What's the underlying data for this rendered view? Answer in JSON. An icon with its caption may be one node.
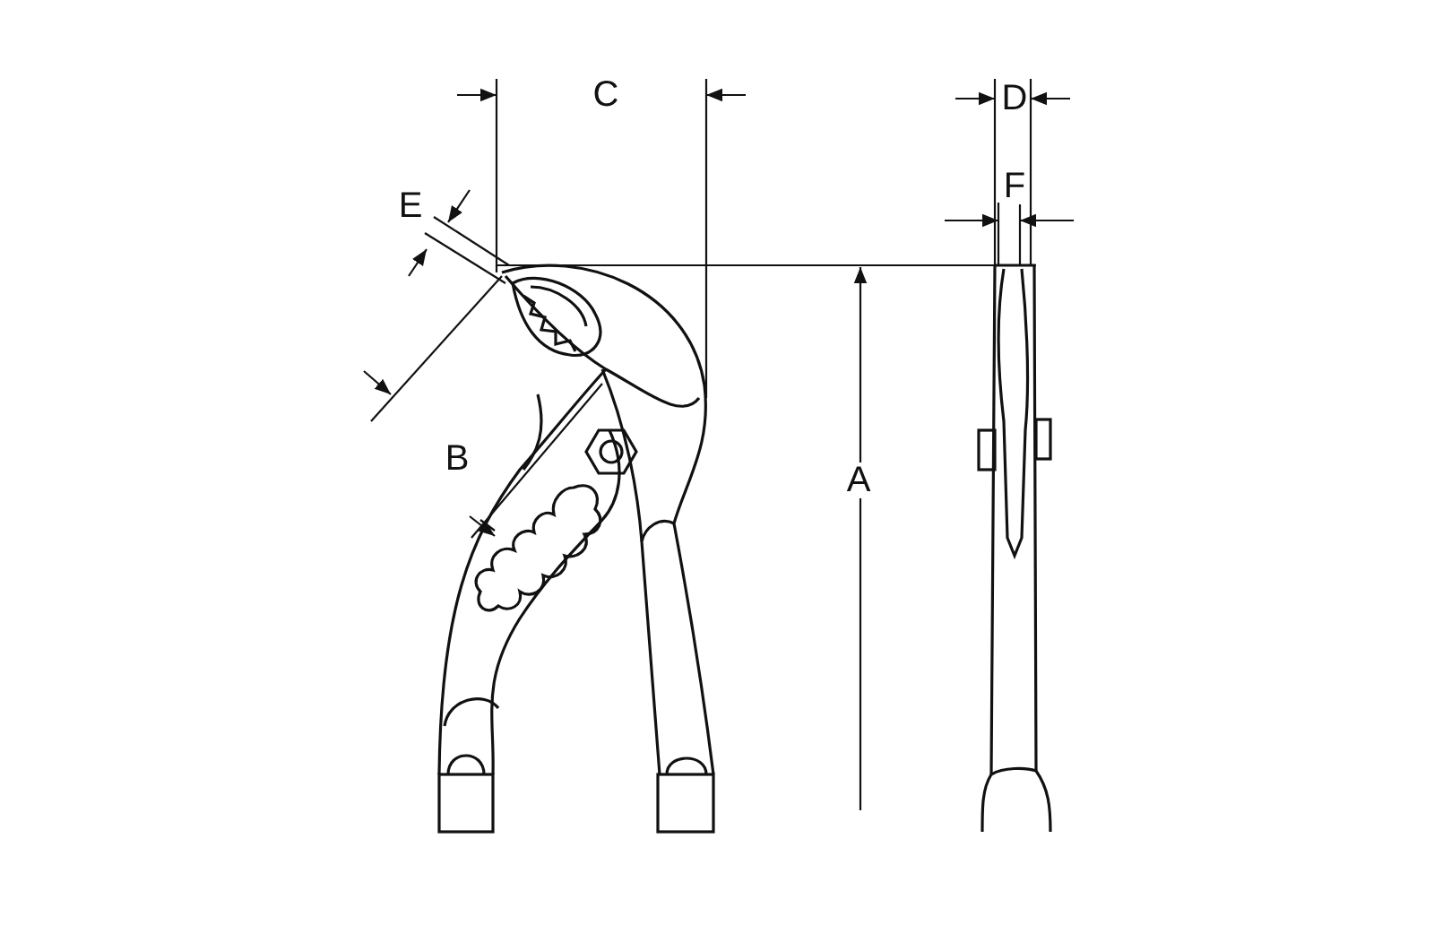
{
  "diagram": {
    "labels": [
      "C",
      "D",
      "E",
      "F",
      "B",
      "A"
    ]
  }
}
